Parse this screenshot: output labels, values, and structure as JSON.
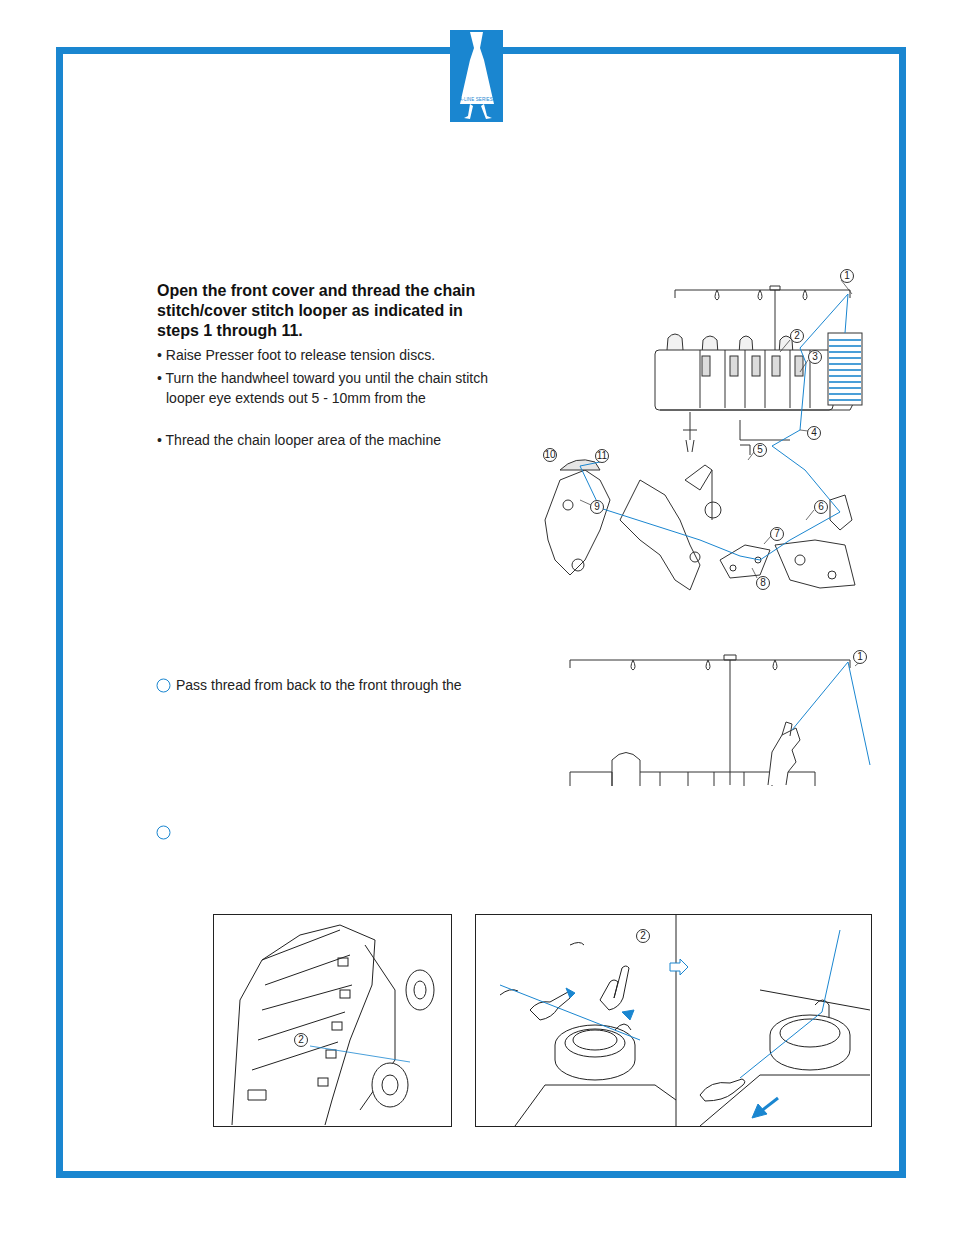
{
  "diagram": {
    "labels": [
      "A-LINE SERIES",
      "Open the front cover and thread the chain stitch/cover stitch looper as indicated in steps 1 through 11.",
      "• Raise Presser foot to release tension discs.",
      "• Turn the handwheel toward you until the chain stitch looper eye extends out 5 - 10mm from the",
      "• Thread the chain looper area of the machine",
      "1",
      "2",
      "3",
      "4",
      "5",
      "6",
      "7",
      "8",
      "9",
      "10",
      "11",
      "Pass thread from back to the front through the",
      "1",
      "2",
      "2"
    ]
  }
}
